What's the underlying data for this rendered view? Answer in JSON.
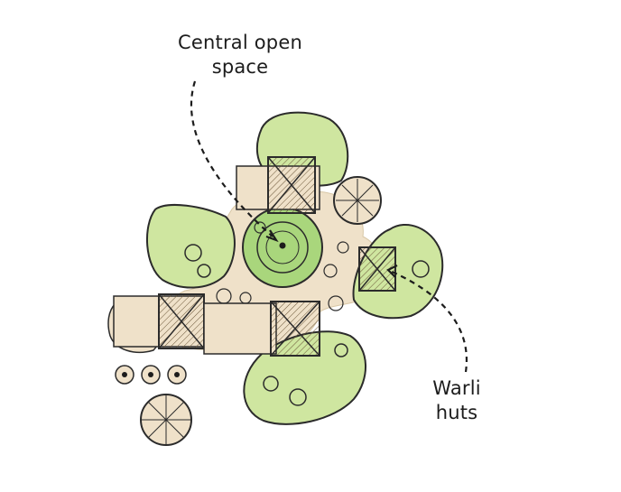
{
  "labels": {
    "central_open_space": {
      "line1": "Central open",
      "line2": "space"
    },
    "warli_huts": {
      "line1": "Warli",
      "line2": "huts"
    }
  },
  "colors": {
    "vegetation": "#cfe6a0",
    "open_space": "#a9d67c",
    "ground": "#efe1c9",
    "hut_roof": "#b59a6b",
    "outline": "#2b2b2b",
    "background": "#ffffff"
  }
}
